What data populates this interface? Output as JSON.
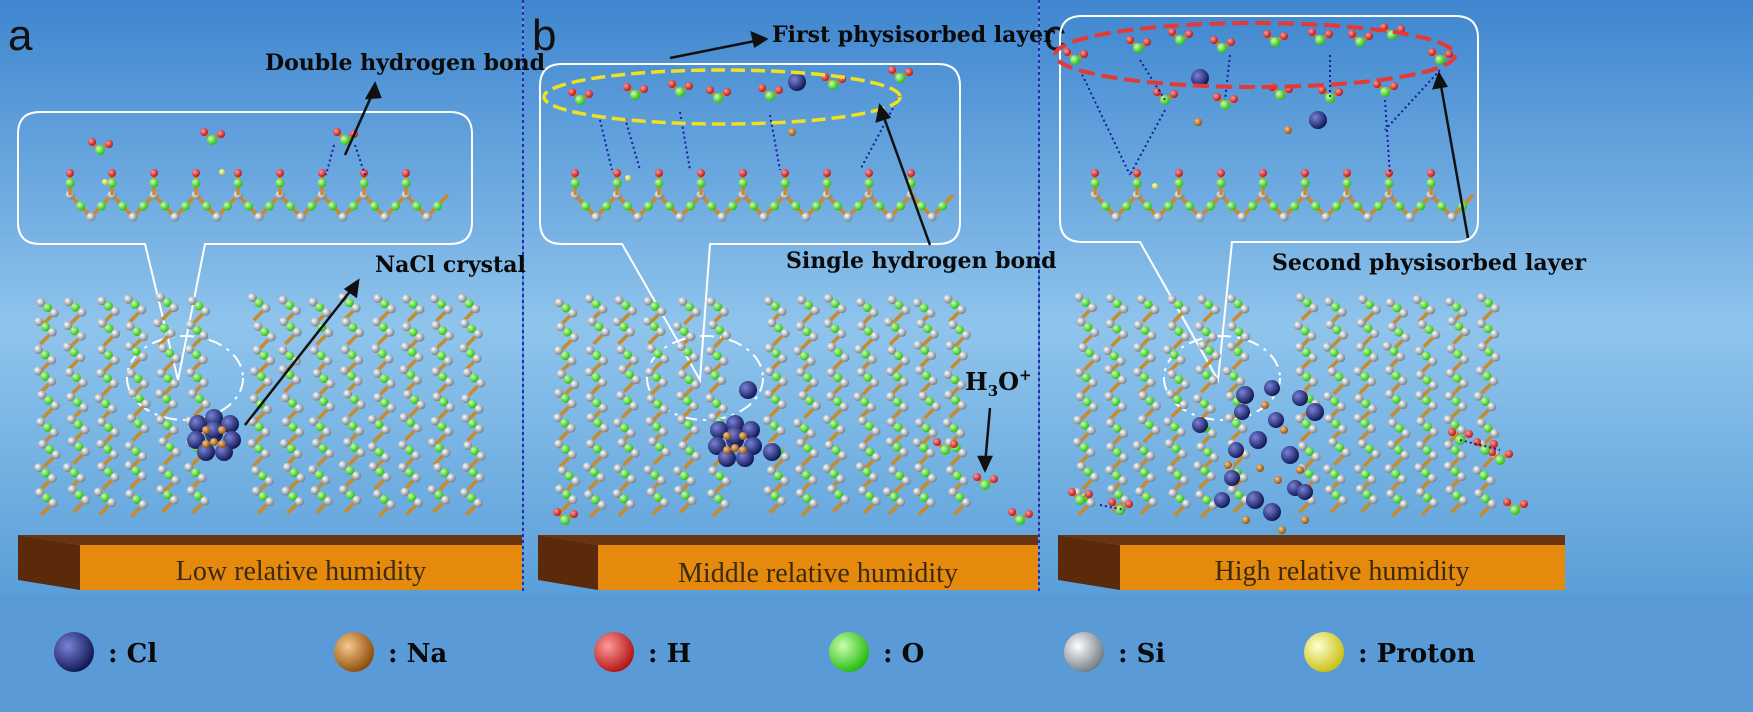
{
  "panels": [
    {
      "letter": "a",
      "humidity": "Low relative humidity"
    },
    {
      "letter": "b",
      "humidity": "Middle relative humidity"
    },
    {
      "letter": "c",
      "humidity": "High relative humidity"
    }
  ],
  "callouts": {
    "double_hbond": "Double hydrogen bond",
    "nacl": "NaCl crystal",
    "first_layer": "First physisorbed layer",
    "single_hbond": "Single hydrogen bond",
    "h3o_main": "H",
    "h3o_sub": "3",
    "h3o_tail": "O",
    "h3o_sup": "+",
    "second_layer": "Second physisorbed layer"
  },
  "legend": [
    {
      "label": ": Cl",
      "color": "#1a237e"
    },
    {
      "label": ": Na",
      "color": "#c27a1e"
    },
    {
      "label": ": H",
      "color": "#e53935"
    },
    {
      "label": ": O",
      "color": "#3ee01e"
    },
    {
      "label": ": Si",
      "color": "#aab4bc"
    },
    {
      "label": ": Proton",
      "color": "#f5f23a"
    }
  ],
  "colors": {
    "background": "#5f9fd8",
    "base_top": "#e58a0d",
    "base_side": "#6b3410",
    "first_layer_outline": "#f0e020",
    "second_layer_outline": "#e53935",
    "divider": "#2a2ab0"
  }
}
